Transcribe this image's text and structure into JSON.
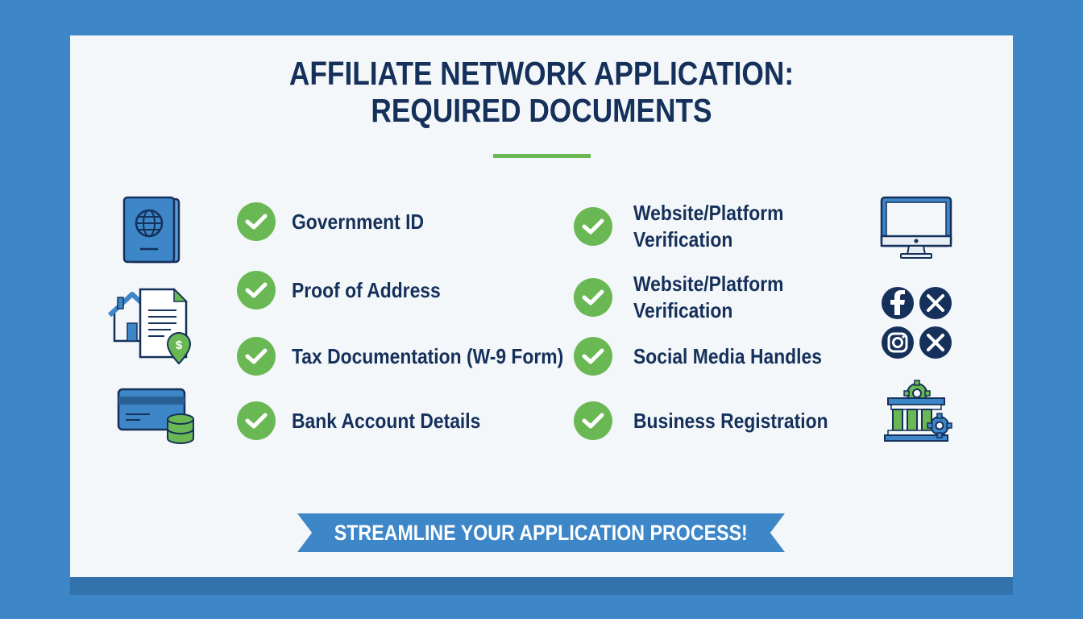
{
  "title": {
    "line1": "AFFILIATE NETWORK APPLICATION:",
    "line2": "REQUIRED DOCUMENTS"
  },
  "checklist": {
    "left": [
      {
        "label": "Government ID",
        "icon": "check-circle-icon"
      },
      {
        "label": "Proof of Address",
        "icon": "check-circle-icon"
      },
      {
        "label": "Tax Documentation (W-9 Form)",
        "icon": "check-circle-icon"
      },
      {
        "label": "Bank Account Details",
        "icon": "check-circle-icon"
      }
    ],
    "right": [
      {
        "label_line1": "Website/Platform",
        "label_line2": "Verification",
        "icon": "check-circle-icon"
      },
      {
        "label_line1": "Website/Platform",
        "label_line2": "Verification",
        "icon": "check-circle-icon"
      },
      {
        "label": "Social Media Handles",
        "icon": "check-circle-icon"
      },
      {
        "label": "Business Registration",
        "icon": "check-circle-icon"
      }
    ]
  },
  "left_icons": [
    "passport-icon",
    "house-document-icon",
    "credit-card-coins-icon"
  ],
  "right_icons": [
    "monitor-icon",
    "social-media-icons",
    "business-building-gear-icon"
  ],
  "social_icons": [
    "facebook-icon",
    "x-icon",
    "instagram-icon",
    "x-icon"
  ],
  "banner": {
    "text": "STREAMLINE YOUR APPLICATION PROCESS!"
  },
  "colors": {
    "background": "#3d86c8",
    "card": "#f4f7fa",
    "title": "#15305a",
    "accent_green": "#6ab854",
    "accent_blue": "#3d86c8",
    "dark_navy": "#15305a"
  }
}
